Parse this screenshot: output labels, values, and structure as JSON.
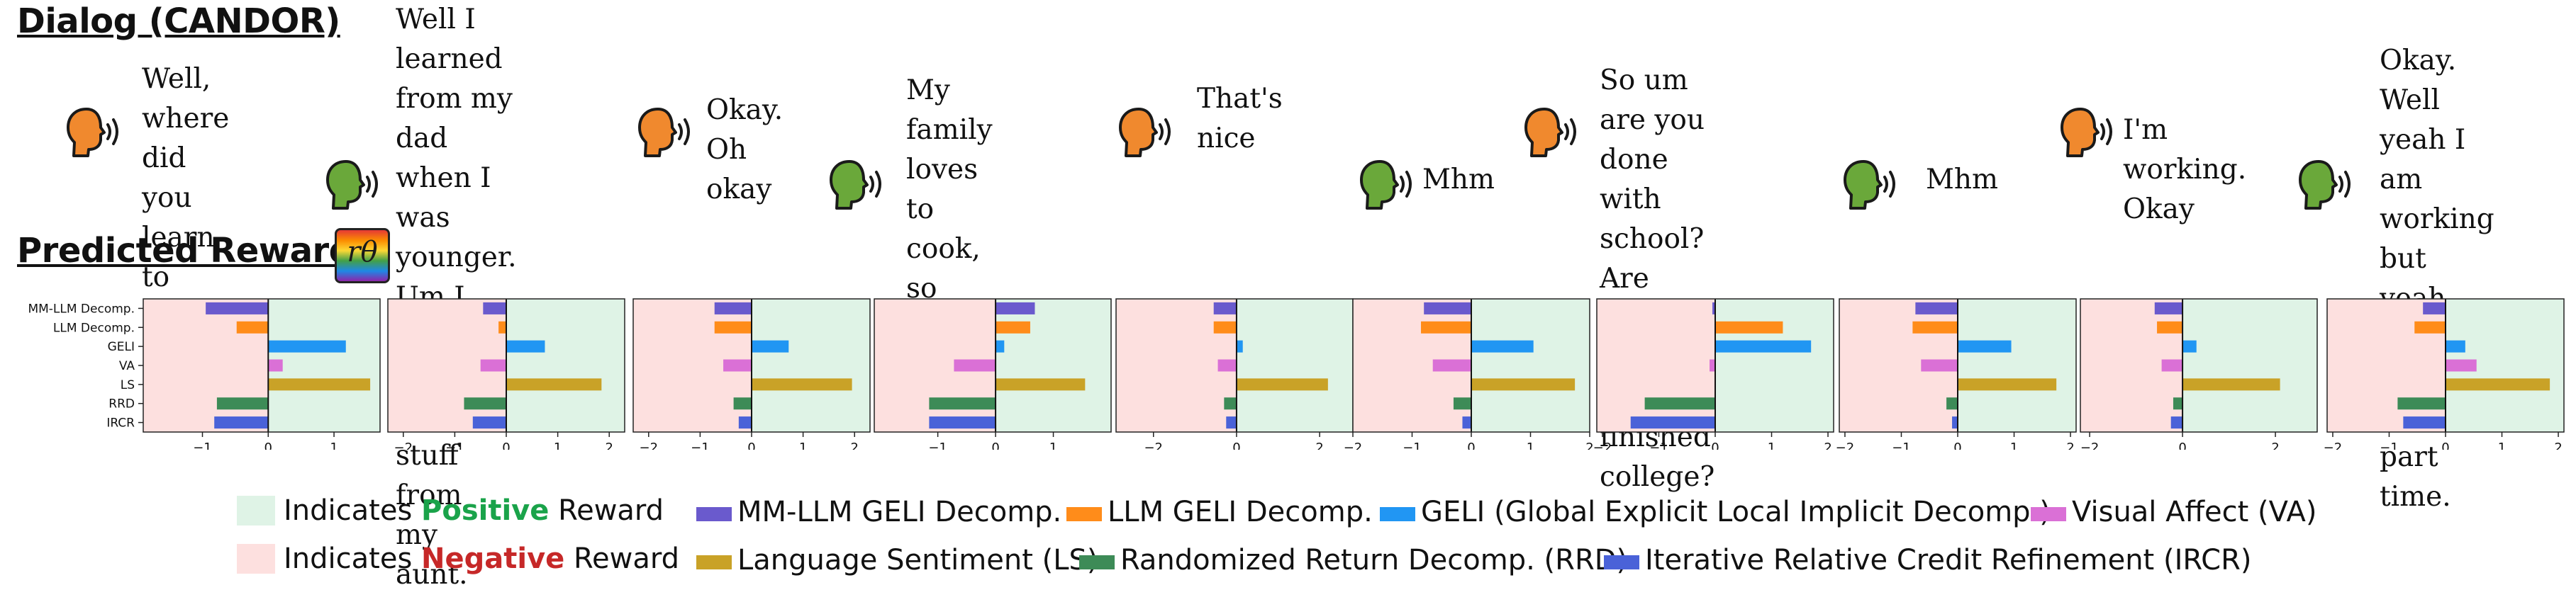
{
  "titles": {
    "dialog": "Dialog (CANDOR)",
    "rewards": "Predicted Rewards",
    "reward_symbol": "rθ"
  },
  "colors": {
    "positive_bg": "#dff3e6",
    "negative_bg": "#fde0df",
    "speaker_a": "#f0892e",
    "speaker_b": "#6aa83a"
  },
  "dialog": [
    {
      "speaker": "A",
      "text": "Well, where\ndid you learn\nto cook."
    },
    {
      "speaker": "B",
      "text": "Well I learned\nfrom my dad\nwhen I was\nyounger. Um I\nalso learned\nsome stuff from\nmy aunt."
    },
    {
      "speaker": "A",
      "text": "Okay.\nOh okay"
    },
    {
      "speaker": "B",
      "text": "My family\nloves to\ncook, so\nyeah."
    },
    {
      "speaker": "A",
      "text": "That's\nnice"
    },
    {
      "speaker": "B",
      "text": "Mhm"
    },
    {
      "speaker": "A",
      "text": "So um are you\ndone with\nschool? Are\nyou have you\nfinished\ncollege?"
    },
    {
      "speaker": "B",
      "text": "Mhm"
    },
    {
      "speaker": "A",
      "text": "I'm working.\nOkay"
    },
    {
      "speaker": "B",
      "text": "Okay. Well\nyeah I am\nworking but\nyeah. Pretty\nmuch only\npart time."
    }
  ],
  "chart_data": {
    "type": "bar",
    "orientation": "horizontal",
    "categories": [
      "MM-LLM Decomp.",
      "LLM Decomp.",
      "GELI",
      "VA",
      "LS",
      "RRD",
      "IRCR"
    ],
    "series_colors": [
      "#6a5acd",
      "#ff8c1a",
      "#2196f3",
      "#da70d6",
      "#c9a227",
      "#3d8b57",
      "#4a62d8"
    ],
    "panels": [
      {
        "xlim": [
          -1.9,
          1.7
        ],
        "xticks": [
          -1,
          0,
          1
        ],
        "values": [
          -0.95,
          -0.48,
          1.18,
          0.22,
          1.55,
          -0.78,
          -0.82
        ]
      },
      {
        "xlim": [
          -2.3,
          2.3
        ],
        "xticks": [
          -2,
          -1,
          0,
          1,
          2
        ],
        "values": [
          -0.45,
          -0.15,
          0.75,
          -0.5,
          1.85,
          -0.82,
          -0.65
        ]
      },
      {
        "xlim": [
          -2.3,
          2.3
        ],
        "xticks": [
          -2,
          -1,
          0,
          1,
          2
        ],
        "values": [
          -0.72,
          -0.72,
          0.72,
          -0.55,
          1.95,
          -0.35,
          -0.25
        ]
      },
      {
        "xlim": [
          -2.1,
          2.0
        ],
        "xticks": [
          -1,
          0,
          1
        ],
        "values": [
          0.68,
          0.6,
          0.15,
          -0.72,
          1.55,
          -1.15,
          -1.15
        ]
      },
      {
        "xlim": [
          -2.9,
          2.8
        ],
        "xticks": [
          -2,
          0,
          2
        ],
        "values": [
          -0.55,
          -0.55,
          0.15,
          -0.45,
          2.2,
          -0.3,
          -0.25
        ]
      },
      {
        "xlim": [
          -2.0,
          2.0
        ],
        "xticks": [
          -2,
          -1,
          0,
          1,
          2
        ],
        "values": [
          -0.8,
          -0.85,
          1.05,
          -0.65,
          1.75,
          -0.3,
          -0.15
        ]
      },
      {
        "xlim": [
          -2.1,
          2.1
        ],
        "xticks": [
          -2,
          -1,
          0,
          1,
          2
        ],
        "values": [
          -0.05,
          1.2,
          1.7,
          -0.1,
          0.0,
          -1.25,
          -1.5
        ]
      },
      {
        "xlim": [
          -2.1,
          2.1
        ],
        "xticks": [
          -2,
          -1,
          0,
          1,
          2
        ],
        "values": [
          -0.75,
          -0.8,
          0.95,
          -0.65,
          1.75,
          -0.2,
          -0.1
        ]
      },
      {
        "xlim": [
          -2.2,
          2.9
        ],
        "xticks": [
          -2,
          0,
          2
        ],
        "values": [
          -0.6,
          -0.55,
          0.3,
          -0.45,
          2.1,
          -0.2,
          -0.25
        ]
      },
      {
        "xlim": [
          -2.1,
          2.1
        ],
        "xticks": [
          -2,
          -1,
          0,
          1,
          2
        ],
        "values": [
          -0.4,
          -0.55,
          0.35,
          0.55,
          1.85,
          -0.85,
          -0.75
        ]
      }
    ]
  },
  "legend": {
    "positive": {
      "prefix": "Indicates ",
      "word": "Positive",
      "suffix": " Reward"
    },
    "negative": {
      "prefix": "Indicates ",
      "word": "Negative",
      "suffix": " Reward"
    },
    "series": [
      "MM-LLM GELI Decomp.",
      "LLM GELI Decomp.",
      "GELI (Global Explicit Local Implicit Decomp.)",
      "Visual Affect (VA)",
      "Language Sentiment (LS)",
      "Randomized Return Decomp. (RRD)",
      "Iterative Relative Credit Refinement (IRCR)"
    ]
  }
}
